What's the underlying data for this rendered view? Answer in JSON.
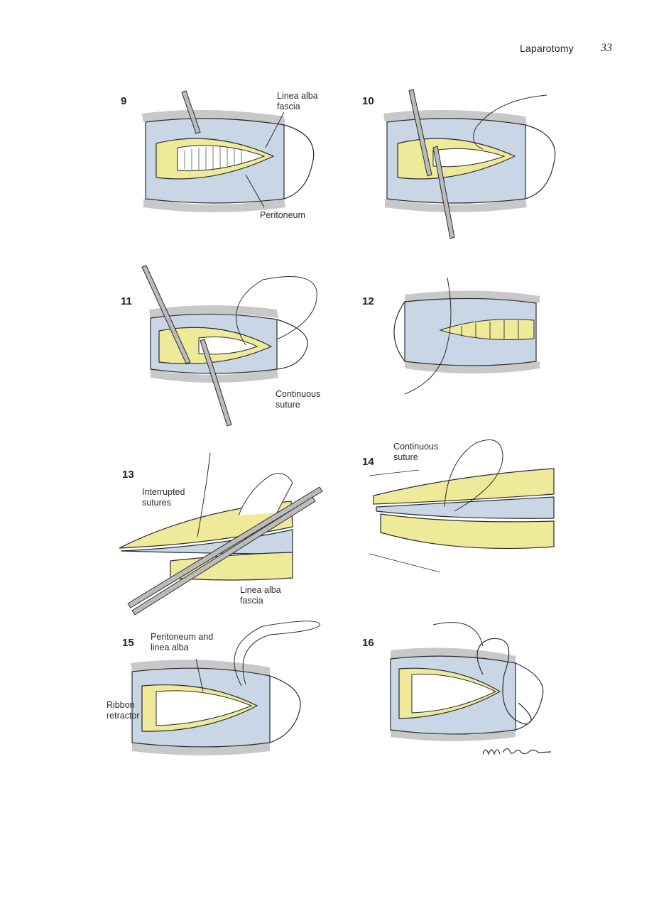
{
  "running_head": {
    "title": "Laparotomy",
    "page_number": "33"
  },
  "figures": [
    {
      "number": "9",
      "labels": [
        "Linea alba\nfascia",
        "Peritoneum"
      ]
    },
    {
      "number": "10",
      "labels": []
    },
    {
      "number": "11",
      "labels": [
        "Continuous\nsuture"
      ]
    },
    {
      "number": "12",
      "labels": []
    },
    {
      "number": "13",
      "labels": [
        "Interrupted\nsutures",
        "Linea alba\nfascia"
      ]
    },
    {
      "number": "14",
      "labels": [
        "Continuous\nsuture"
      ]
    },
    {
      "number": "15",
      "labels": [
        "Peritoneum and\nlinea alba",
        "Ribbon\nretractor"
      ]
    },
    {
      "number": "16",
      "labels": []
    }
  ],
  "colors": {
    "fascia_blue": "#c9d6e6",
    "fat_yellow": "#eeea9a",
    "outline": "#2b2b2b",
    "skin_grey": "#8c8c8c"
  }
}
